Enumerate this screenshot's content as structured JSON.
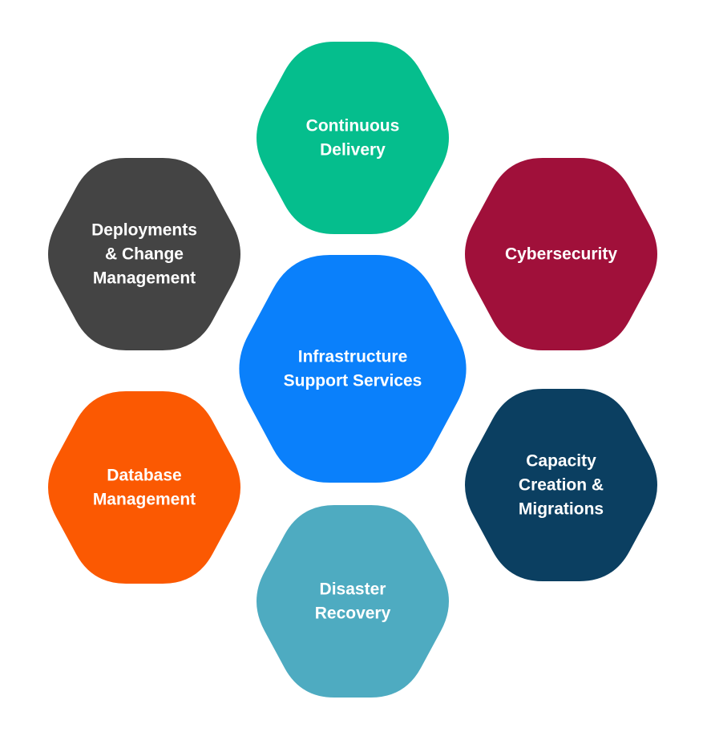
{
  "diagram": {
    "center": {
      "lines": [
        "Infrastructure",
        "Support Services"
      ],
      "color": "#0A80FB"
    },
    "services": [
      {
        "key": "continuous-delivery",
        "lines": [
          "Continuous",
          "Delivery"
        ],
        "color": "#05BE8D"
      },
      {
        "key": "cybersecurity",
        "lines": [
          "Cybersecurity"
        ],
        "color": "#A0103A"
      },
      {
        "key": "capacity-creation-migrations",
        "lines": [
          "Capacity",
          "Creation &",
          "Migrations"
        ],
        "color": "#0B3F61"
      },
      {
        "key": "disaster-recovery",
        "lines": [
          "Disaster",
          "Recovery"
        ],
        "color": "#4EABC1"
      },
      {
        "key": "database-management",
        "lines": [
          "Database",
          "Management"
        ],
        "color": "#FB5902"
      },
      {
        "key": "deployments-change-management",
        "lines": [
          "Deployments",
          "& Change",
          "Management"
        ],
        "color": "#444444"
      }
    ]
  }
}
